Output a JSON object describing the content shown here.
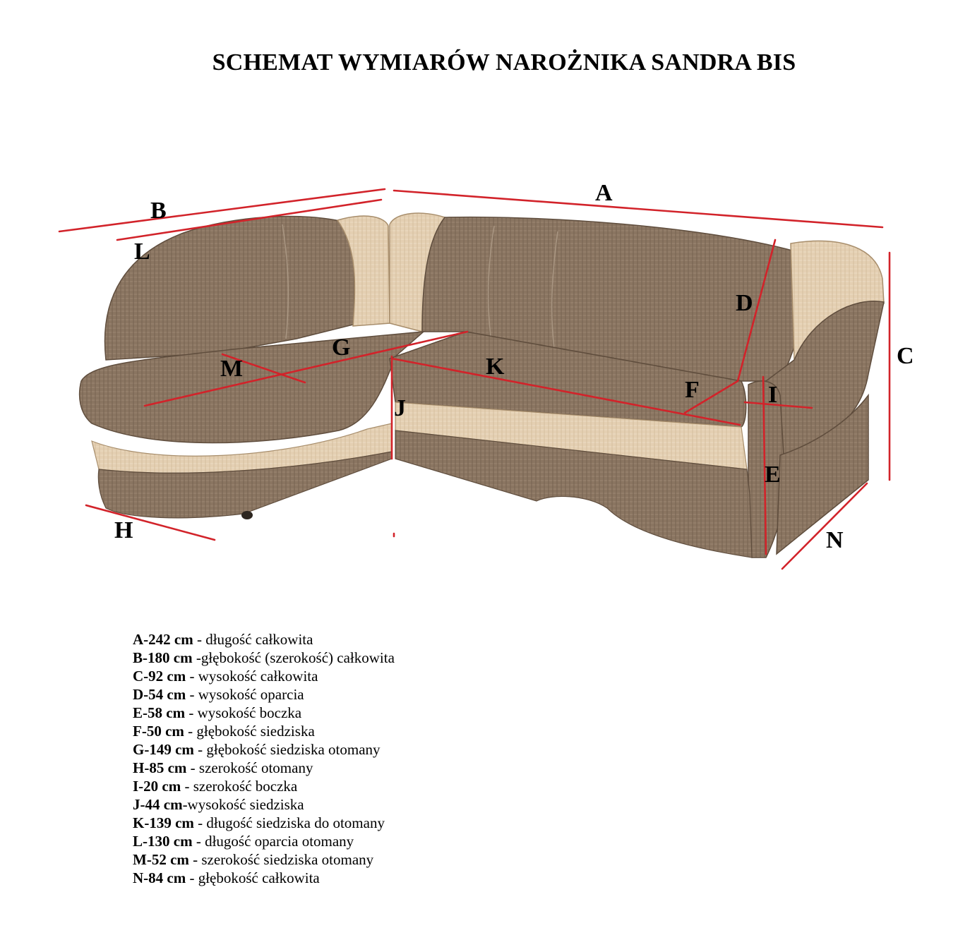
{
  "title": "SCHEMAT WYMIARÓW NAROŻNIKA SANDRA BIS",
  "colors": {
    "dimension_line": "#d2232a",
    "fabric_brown": "#8a7561",
    "fabric_beige": "#e4cfb2",
    "text": "#000000"
  },
  "dimension_labels": [
    "A",
    "B",
    "C",
    "D",
    "E",
    "F",
    "G",
    "H",
    "I",
    "J",
    "K",
    "L",
    "M",
    "N"
  ],
  "legend": [
    {
      "code": "A-242 cm",
      "desc": " - długość całkowita"
    },
    {
      "code": "B-180 cm",
      "desc": " -głębokość (szerokość) całkowita"
    },
    {
      "code": "C-92 cm",
      "desc": " - wysokość całkowita"
    },
    {
      "code": "D-54 cm",
      "desc": " - wysokość oparcia"
    },
    {
      "code": "E-58 cm",
      "desc": " - wysokość boczka"
    },
    {
      "code": "F-50 cm",
      "desc": " - głębokość siedziska"
    },
    {
      "code": "G-149 cm",
      "desc": " - głębokość siedziska otomany"
    },
    {
      "code": "H-85 cm",
      "desc": " - szerokość otomany"
    },
    {
      "code": "I-20 cm",
      "desc": " - szerokość boczka"
    },
    {
      "code": "J-44 cm",
      "desc": "-wysokość siedziska"
    },
    {
      "code": "K-139 cm",
      "desc": " - długość siedziska do otomany"
    },
    {
      "code": "L-130 cm",
      "desc": " - długość oparcia otomany"
    },
    {
      "code": "M-52 cm",
      "desc": " - szerokość siedziska otomany"
    },
    {
      "code": "N-84 cm",
      "desc": " - głębokość całkowita"
    }
  ]
}
